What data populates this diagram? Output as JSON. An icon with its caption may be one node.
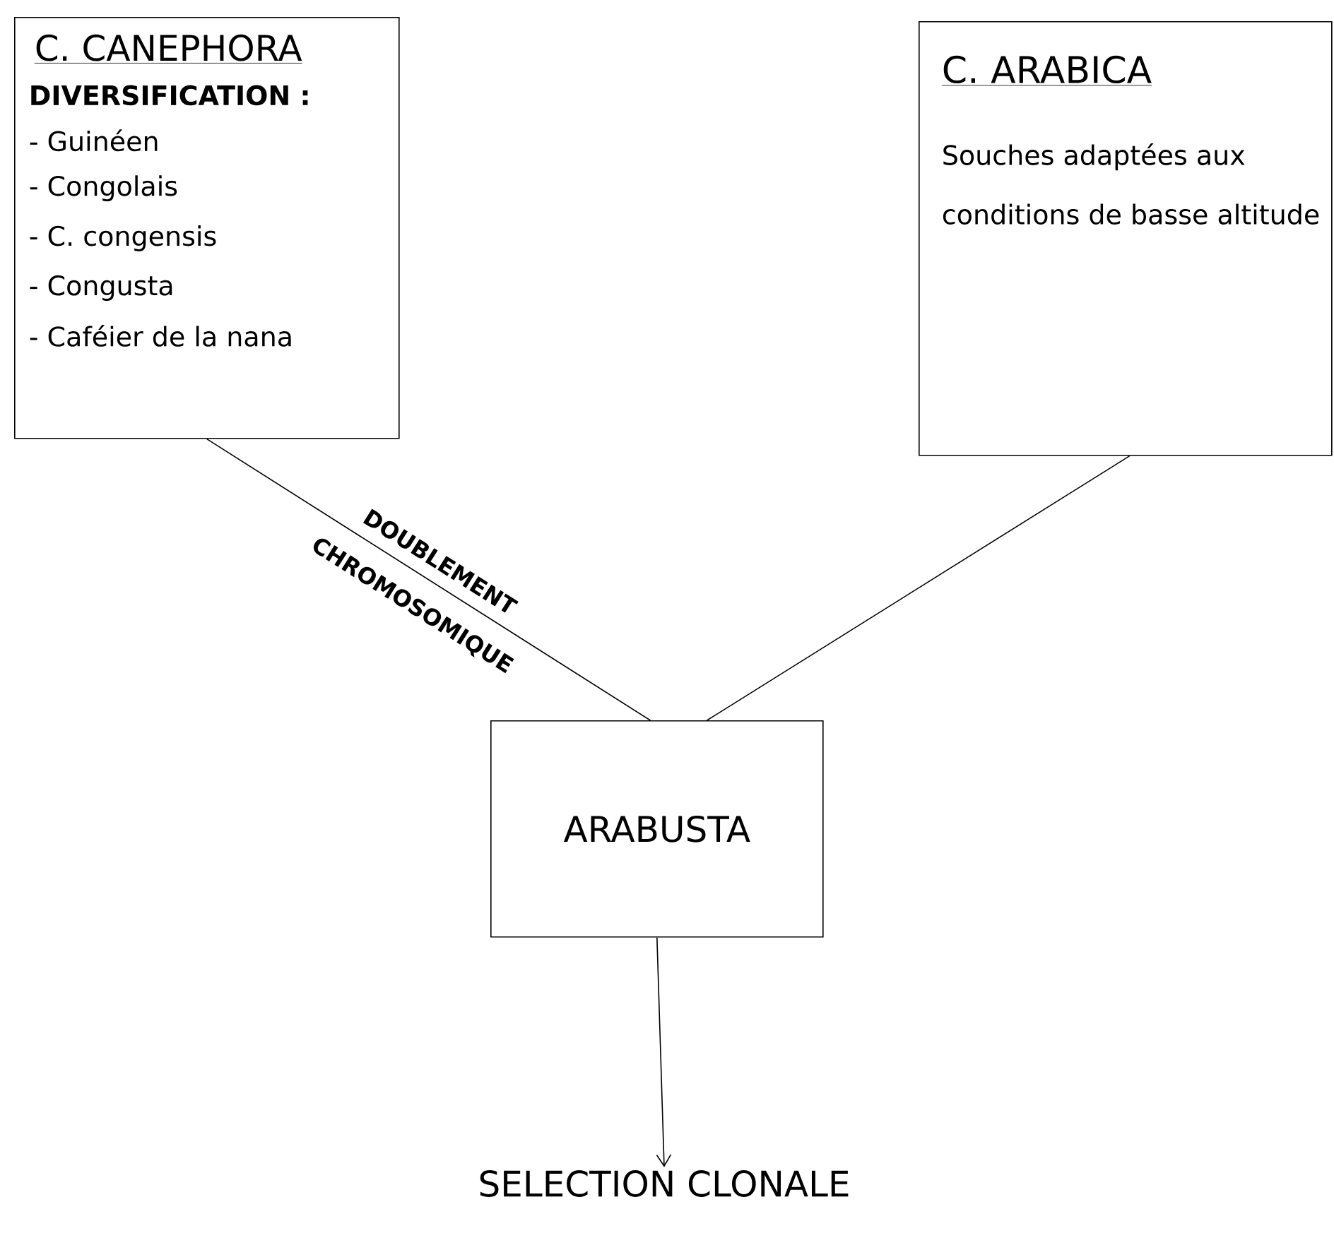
{
  "diagram": {
    "nodes": [
      {
        "text": [
          "C. CANEPHORA",
          "DIVERSIFICATION :",
          "- Guinéen",
          "- Congolais",
          "- C. congensis",
          "- Congusta",
          "- Caféier de la nana"
        ]
      },
      {
        "text": [
          "C. ARABICA",
          "Souches adaptées aux conditions de basse altitude"
        ]
      },
      {
        "text": [
          "ARABUSTA"
        ]
      },
      {
        "text": [
          "SELECTION CLONALE"
        ]
      }
    ],
    "edges": [
      {
        "from": 0,
        "to": 2,
        "arrow": "none",
        "label": "DOUBLEMENT CHROMOSOMIQUE"
      },
      {
        "from": 1,
        "to": 2,
        "arrow": "none"
      },
      {
        "from": 2,
        "to": 3,
        "arrow": "to"
      }
    ]
  }
}
